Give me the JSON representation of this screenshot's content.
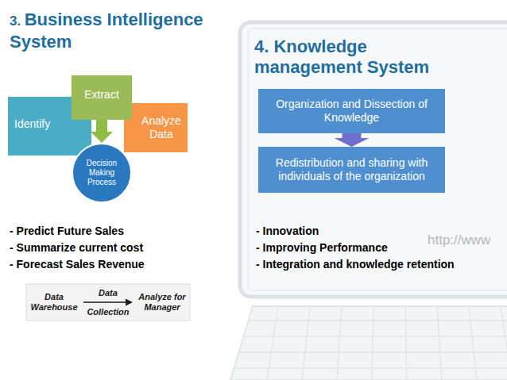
{
  "diagram": {
    "nodes": [
      {
        "text": [
          "Identify"
        ]
      },
      {
        "text": [
          "Extract"
        ]
      },
      {
        "text": [
          "Analyze Data"
        ]
      },
      {
        "text": [
          "Decision Making Process"
        ]
      },
      {
        "text": [
          "Organization and Dissection of Knowledge"
        ]
      },
      {
        "text": [
          "Redistribution and sharing with individuals of the organization"
        ]
      },
      {
        "text": [
          "Data Warehouse"
        ]
      },
      {
        "text": [
          "Analyze for Manager"
        ]
      }
    ],
    "edges": [
      {
        "from": 1,
        "to": 3,
        "arrow": "to"
      },
      {
        "from": 4,
        "to": 5,
        "arrow": "to"
      },
      {
        "from": 6,
        "to": 7,
        "label": "Data Collection",
        "arrow": "to"
      }
    ],
    "labels": [
      "3.",
      "Business Intelligence System",
      "- Predict Future Sales",
      "- Summarize current cost",
      "- Forecast Sales Revenue",
      "4. Knowledge management System",
      "- Innovation",
      "- Improving Performance",
      "- Integration and knowledge retention",
      "http://www"
    ]
  }
}
